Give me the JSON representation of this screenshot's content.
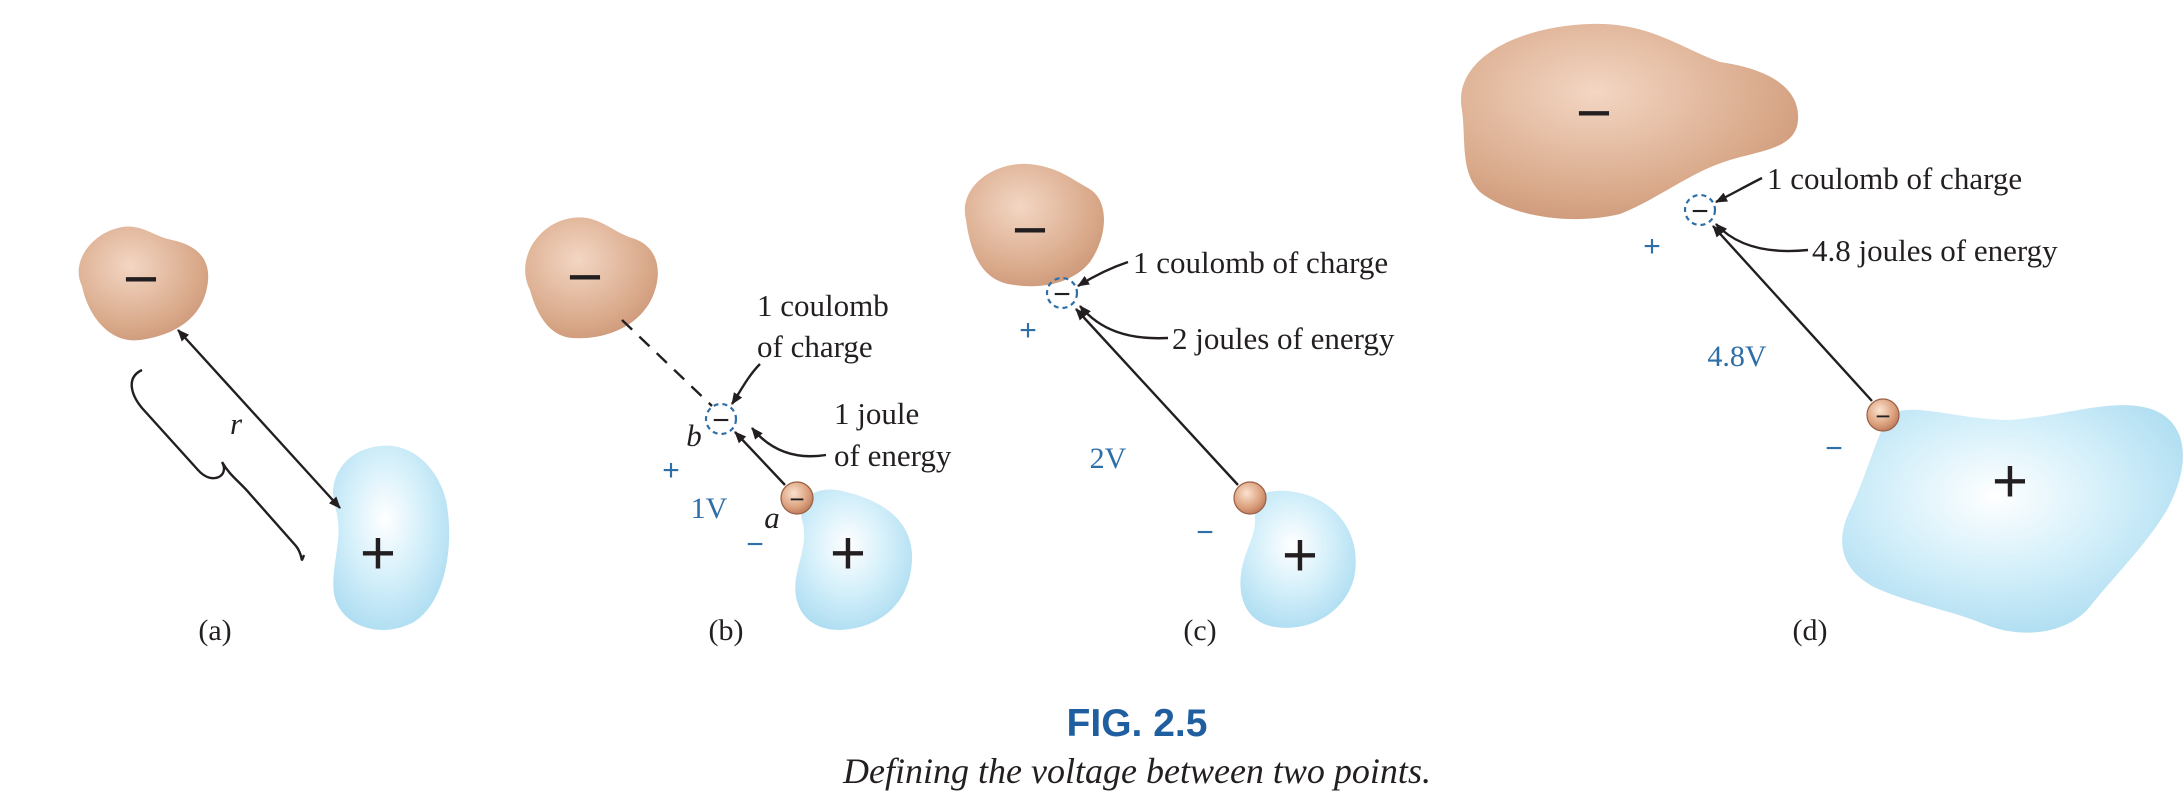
{
  "colors": {
    "negative_body": "#d9a98a",
    "positive_body": "#aee0f3",
    "accent_blue": "#2e6fa8",
    "text": "#231f20"
  },
  "panels": {
    "a": {
      "label": "(a)",
      "neg_sign": "−",
      "pos_sign": "+",
      "distance_label": "r"
    },
    "b": {
      "label": "(b)",
      "neg_sign": "−",
      "pos_sign": "+",
      "charge_line1": "1 coulomb",
      "charge_line2": "of charge",
      "energy_line1": "1 joule",
      "energy_line2": "of energy",
      "point_b": "b",
      "point_a": "a",
      "plus_terminal": "+",
      "minus_terminal": "−",
      "voltage": "1V"
    },
    "c": {
      "label": "(c)",
      "neg_sign": "−",
      "pos_sign": "+",
      "charge_text": "1 coulomb of charge",
      "energy_text": "2 joules of energy",
      "plus_terminal": "+",
      "minus_terminal": "−",
      "voltage": "2V"
    },
    "d": {
      "label": "(d)",
      "neg_sign": "−",
      "pos_sign": "+",
      "charge_text": "1 coulomb of charge",
      "energy_text": "4.8 joules of energy",
      "plus_terminal": "+",
      "minus_terminal": "−",
      "voltage": "4.8V"
    }
  },
  "caption": {
    "figure_number": "FIG. 2.5",
    "text": "Defining the voltage between two points."
  }
}
